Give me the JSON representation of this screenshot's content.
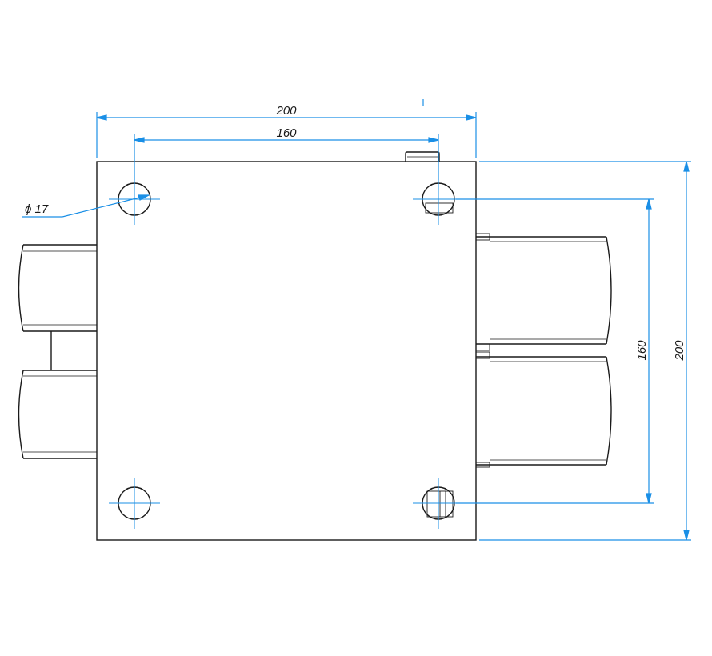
{
  "colors": {
    "outline": "#1a1a1a",
    "dimension": "#1a8fe6",
    "background": "#ffffff"
  },
  "dimensions": {
    "overall_width": "200",
    "hole_spacing_horizontal": "160",
    "hole_diameter": "ϕ 17",
    "hole_spacing_vertical": "160",
    "overall_height": "200"
  }
}
